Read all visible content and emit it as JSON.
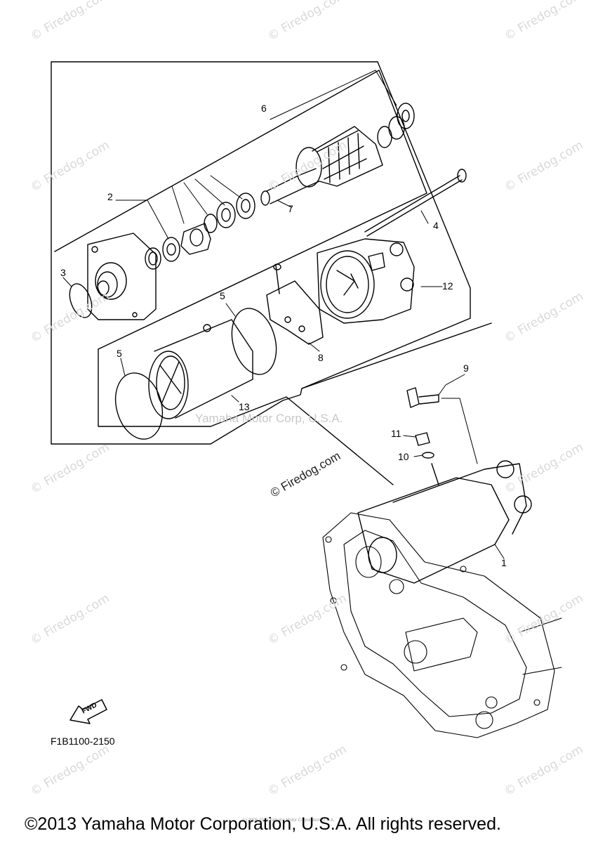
{
  "watermarks": {
    "firedog": "© Firedog.com",
    "center": "Yamaha Motor Corp, U.S.A."
  },
  "callouts": {
    "p1": "1",
    "p2": "2",
    "p3": "3",
    "p4": "4",
    "p5a": "5",
    "p5b": "5",
    "p6": "6",
    "p7": "7",
    "p8": "8",
    "p9": "9",
    "p10": "10",
    "p11": "11",
    "p12": "12",
    "p13": "13"
  },
  "fwd_label": "FWD",
  "diagram_code": "F1B1100-2150",
  "footer": {
    "small": "(c) 2005-2015 Yamaha Motor Corporation, U.S.A.",
    "copyright": "©2013 Yamaha Motor Corporation, U.S.A. All rights reserved."
  }
}
